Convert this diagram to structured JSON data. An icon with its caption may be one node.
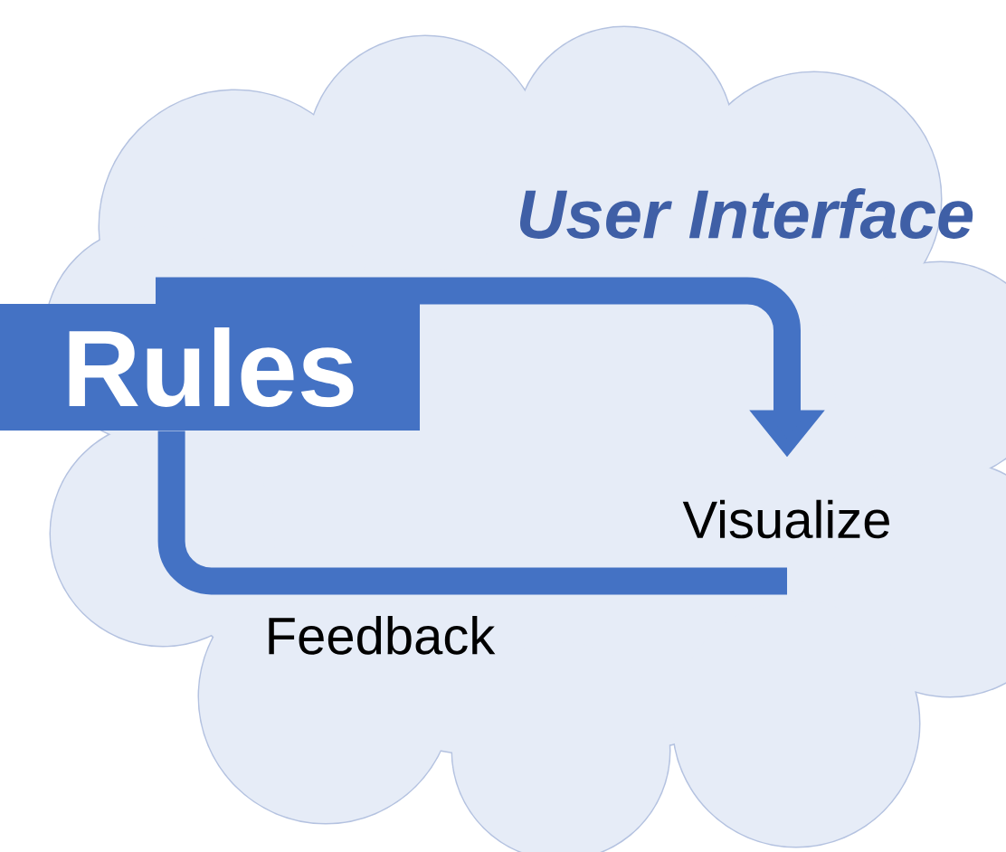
{
  "diagram": {
    "nodes": [
      {
        "text": [
          "User Interface"
        ]
      },
      {
        "text": [
          "Rules"
        ]
      },
      {
        "text": [
          "Visualize"
        ],
        "in": 0
      }
    ],
    "edges": [
      {
        "from": 1,
        "to": 2,
        "arrow": "to"
      },
      {
        "from": 2,
        "to": 1,
        "arrow": "none",
        "label": "Feedback"
      }
    ]
  }
}
